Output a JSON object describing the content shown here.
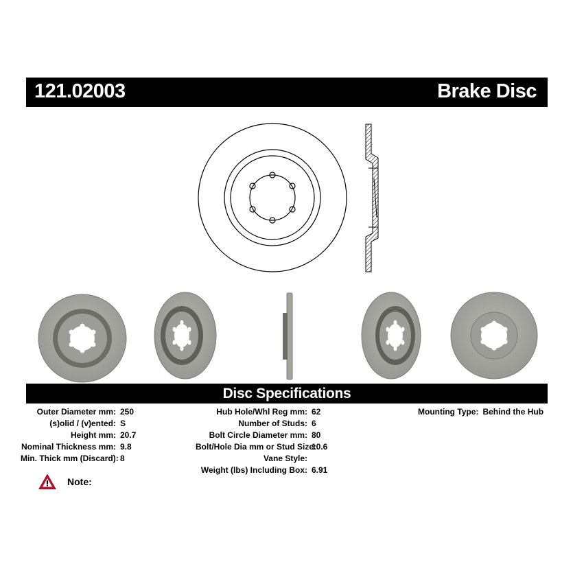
{
  "header": {
    "part_number": "121.02003",
    "product_type": "Brake Disc"
  },
  "spec_section": {
    "title": "Disc Specifications"
  },
  "specs": {
    "col1": [
      {
        "label": "Outer Diameter mm:",
        "value": "250"
      },
      {
        "label": "(s)olid / (v)ented:",
        "value": "S"
      },
      {
        "label": "Height mm:",
        "value": "20.7"
      },
      {
        "label": "Nominal Thickness mm:",
        "value": "9.8"
      },
      {
        "label": "Min. Thick mm (Discard):",
        "value": "8"
      }
    ],
    "col2": [
      {
        "label": "Hub Hole/Whl Reg mm:",
        "value": "62"
      },
      {
        "label": "Number of Studs:",
        "value": "6"
      },
      {
        "label": "Bolt Circle Diameter mm:",
        "value": "80"
      },
      {
        "label": "Bolt/Hole Dia mm or Stud Size:",
        "value": "10.6"
      },
      {
        "label": "Vane Style:",
        "value": ""
      },
      {
        "label": "Weight (lbs) Including Box:",
        "value": "6.91"
      }
    ],
    "col3": [
      {
        "label": "Mounting Type:",
        "value": "Behind the Hub"
      }
    ]
  },
  "note": {
    "label": "Note:",
    "icon": "warning-triangle-icon"
  },
  "colors": {
    "bar_background": "#000000",
    "bar_text": "#ffffff",
    "disc_gray": "#a3a49e",
    "disc_dark": "#55564f",
    "warning_red": "#c8102e"
  }
}
